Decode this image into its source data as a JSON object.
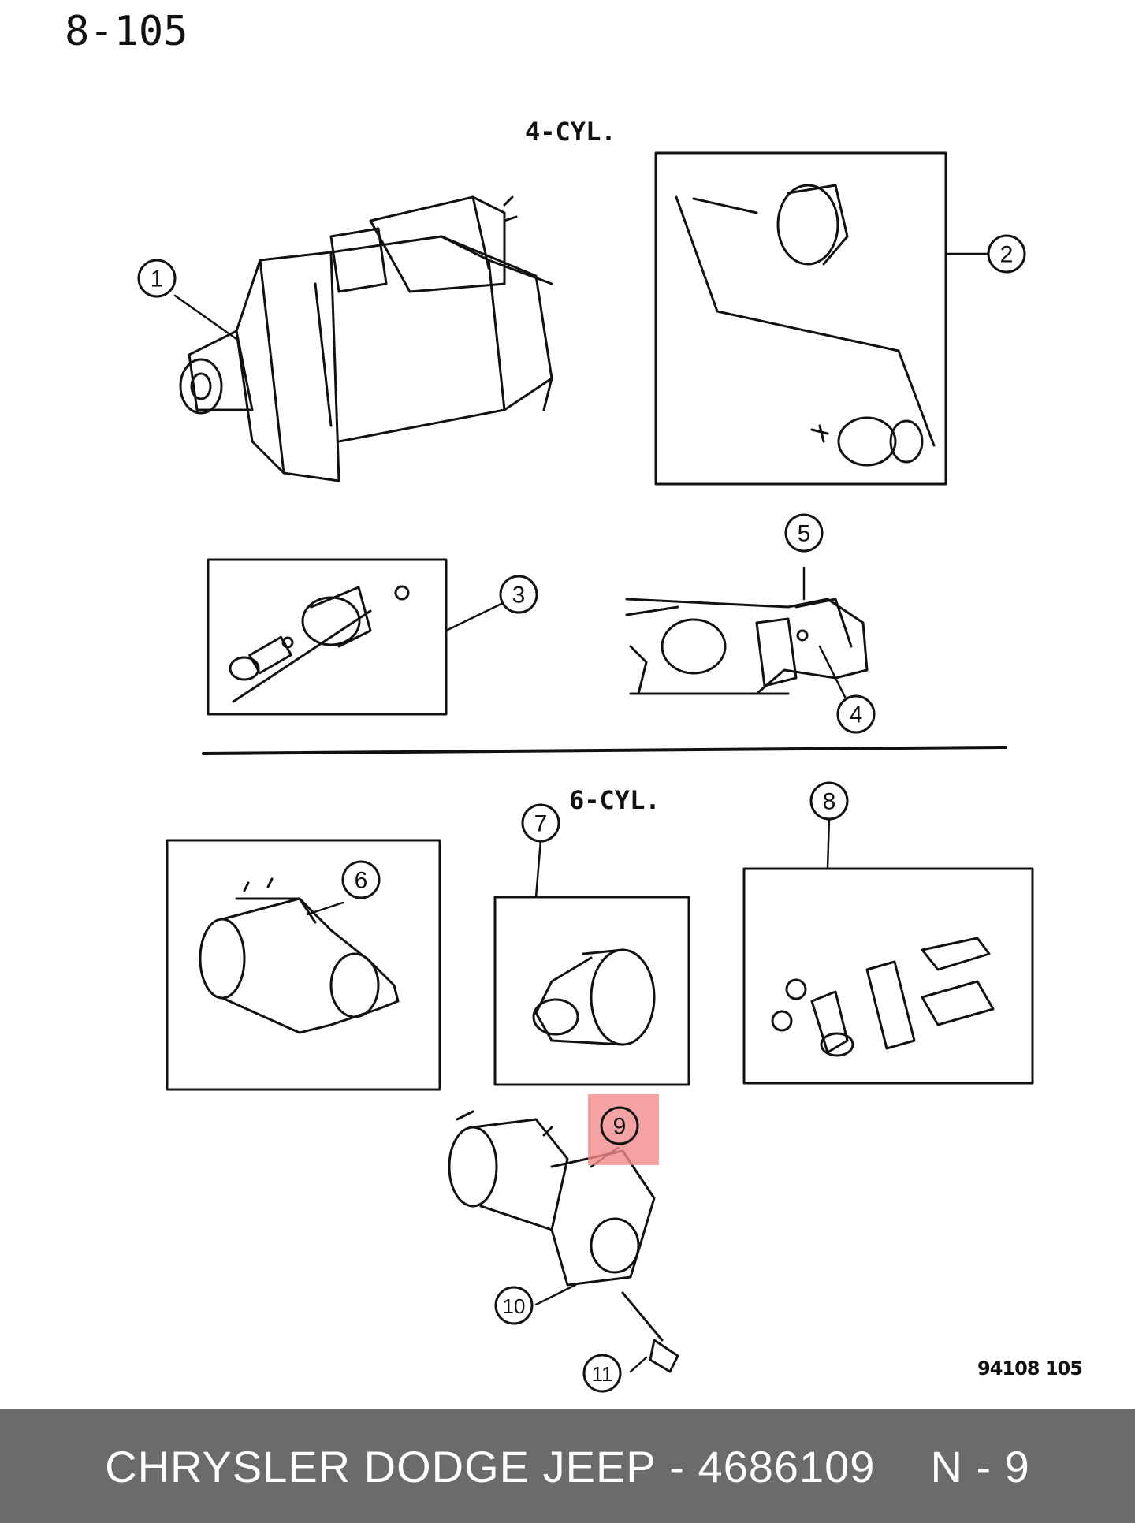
{
  "page": {
    "number": "8-105"
  },
  "sections": {
    "four_cyl": "4-CYL.",
    "six_cyl": "6-CYL."
  },
  "callouts": [
    "1",
    "2",
    "3",
    "4",
    "5",
    "6",
    "7",
    "8",
    "9",
    "10",
    "11"
  ],
  "highlight": {
    "callout": "9",
    "color": "#f28b8b"
  },
  "ref_code": "94108  105",
  "footer": {
    "brand": "CHRYSLER DODGE JEEP",
    "separator": "-",
    "part_number": "4686109",
    "position": "N - 9"
  },
  "colors": {
    "footer_bg": "#6b6b6b",
    "line_art": "#111111"
  }
}
